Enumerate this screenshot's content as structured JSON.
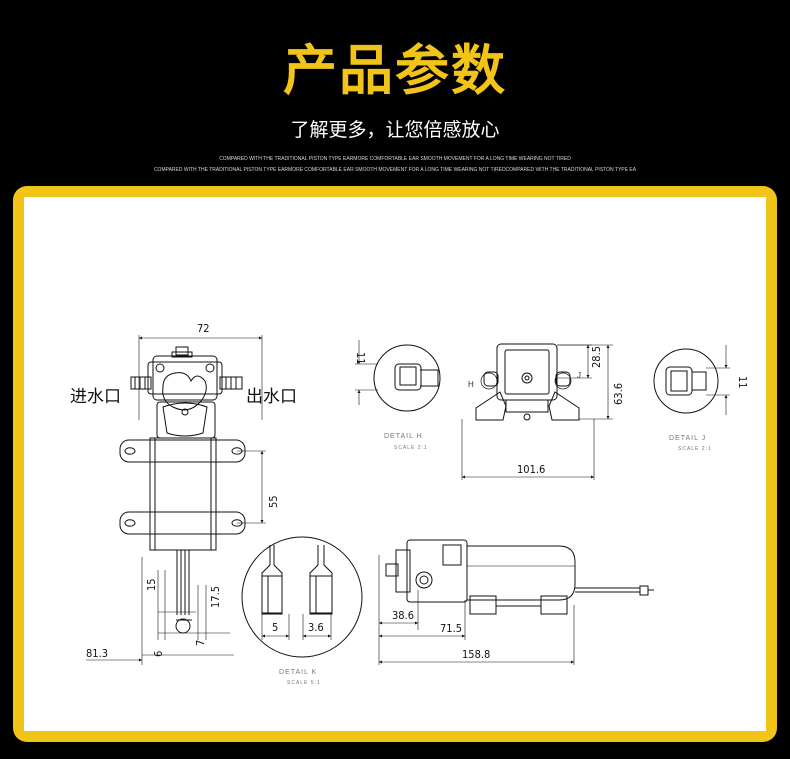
{
  "header": {
    "title": "产品参数",
    "subtitle": "了解更多，让您倍感放心",
    "tagline1": "COMPARED WITH THE TRADITIONAL PISTON TYPE EARMORE COMFORTABLE EAR SMOOTH MOVEMENT FOR A LONG TIME WEARING NOT TIRED",
    "tagline2": "COMPARED WITH THE TRADITIONAL PISTON TYPE EARMORE COMFORTABLE EAR SMOOTH MOVEMENT FOR A LONG TIME WEARING NOT TIREDCOMPARED WITH THE TRADITIONAL PISTON TYPE EA"
  },
  "colors": {
    "accent": "#f2c418",
    "background": "#000000",
    "panel": "#ffffff"
  },
  "labels": {
    "inlet": "进水口",
    "outlet": "出水口",
    "detail_h": "DETAIL H",
    "scale_h": "SCALE 2:1",
    "detail_j": "DETAIL J",
    "scale_j": "SCALE 2:1",
    "detail_k": "DETAIL K",
    "scale_k": "SCALE 5:1",
    "marker_h": "H",
    "marker_j": "J"
  },
  "dimensions": {
    "width_top": "72",
    "mount_spacing": "55",
    "lead_15": "15",
    "lead_17_5": "17.5",
    "lead_6": "6",
    "lead_7": "7",
    "left_81_3": "81.3",
    "hose_11_left": "11",
    "hose_11_right": "11",
    "height_28_5": "28.5",
    "height_63_6": "63.6",
    "base_101_6": "101.6",
    "terminal_5": "5",
    "terminal_3_6": "3.6",
    "side_38_6": "38.6",
    "side_71_5": "71.5",
    "length_158_8": "158.8"
  }
}
